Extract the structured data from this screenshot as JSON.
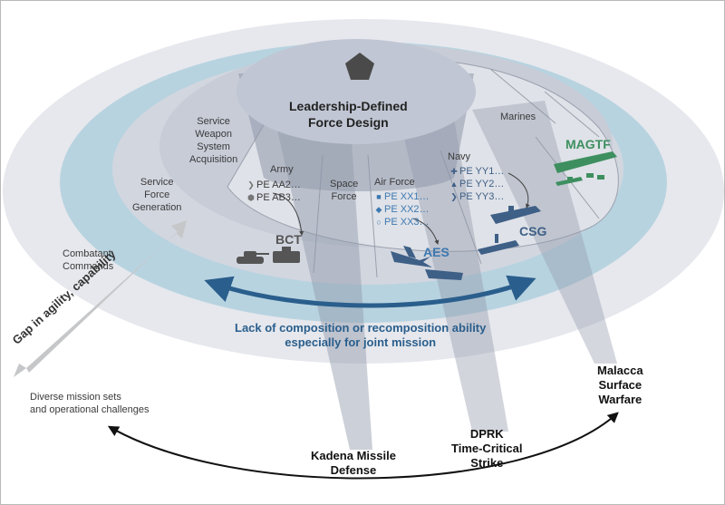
{
  "title": "Leadership-Defined\nForce Design",
  "rings": {
    "acquisition": "Service\nWeapon\nSystem\nAcquisition",
    "generation": "Service\nForce\nGeneration",
    "combatant": "Combatant\nCommands",
    "diverse": "Diverse mission sets\nand operational challenges"
  },
  "services": {
    "army": "Army",
    "space_force": "Space\nForce",
    "air_force": "Air Force",
    "navy": "Navy",
    "marines": "Marines"
  },
  "program_elements": {
    "army": [
      "PE AA2…",
      "PE AB3…"
    ],
    "air_force": [
      "PE XX1…",
      "PE XX2…",
      "PE XX3…"
    ],
    "navy": [
      "PE YY1…",
      "PE YY2…",
      "PE YY3…"
    ]
  },
  "units": {
    "bct": "BCT",
    "aes": "AES",
    "csg": "CSG",
    "magtf": "MAGTF"
  },
  "gap_label": "Gap in agility, capability",
  "composition_label": "Lack of composition or recomposition ability\nespecially for joint mission",
  "missions": {
    "kadena": "Kadena Missile\nDefense",
    "dprk": "DPRK\nTime-Critical\nStrike",
    "malacca": "Malacca\nSurface\nWarfare"
  },
  "colors": {
    "ring_outer": "#e6e8ed",
    "ring_blue": "#b8d3e0",
    "ring_gray": "#d2d6df",
    "text_blue": "#2a5e8c",
    "magtf_green": "#3d8f5f",
    "ship_blue": "#3e5f86"
  }
}
